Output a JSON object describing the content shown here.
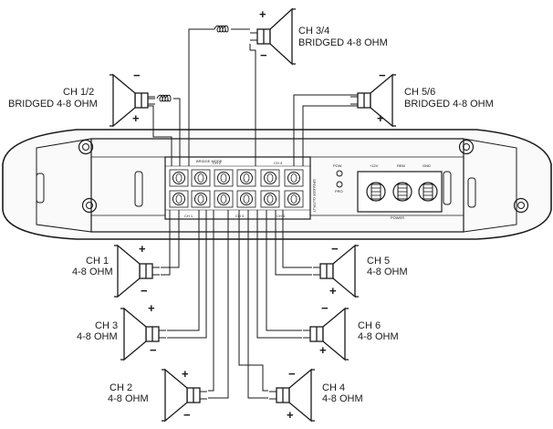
{
  "speakers": {
    "ch34": {
      "name": "CH 3/4",
      "rating": "BRIDGED 4-8 OHM"
    },
    "ch12": {
      "name": "CH 1/2",
      "rating": "BRIDGED 4-8 OHM"
    },
    "ch56": {
      "name": "CH 5/6",
      "rating": "BRIDGED 4-8 OHM"
    },
    "ch1": {
      "name": "CH 1",
      "rating": "4-8 OHM"
    },
    "ch3": {
      "name": "CH 3",
      "rating": "4-8 OHM"
    },
    "ch2": {
      "name": "CH 2",
      "rating": "4-8 OHM"
    },
    "ch5": {
      "name": "CH 5",
      "rating": "4-8 OHM"
    },
    "ch6": {
      "name": "CH 6",
      "rating": "4-8 OHM"
    },
    "ch4": {
      "name": "CH 4",
      "rating": "4-8 OHM"
    }
  },
  "polarity": {
    "plus": "+",
    "minus": "−"
  },
  "amplifier": {
    "bridge_label": "BRIDGE MODE",
    "ch_top_a": "CH 2",
    "ch_top_b": "CH 4",
    "ch_bottom_a": "CH 1",
    "ch_bottom_b": "CH 3",
    "ch_bottom_c": "CH 5",
    "side_label": "SPEAKER OUTPUT",
    "led_pow": "POW",
    "led_pro": "PRO",
    "power_12v": "+12V",
    "power_rem": "REM",
    "power_gnd": "GND",
    "power_label": "POWER"
  }
}
